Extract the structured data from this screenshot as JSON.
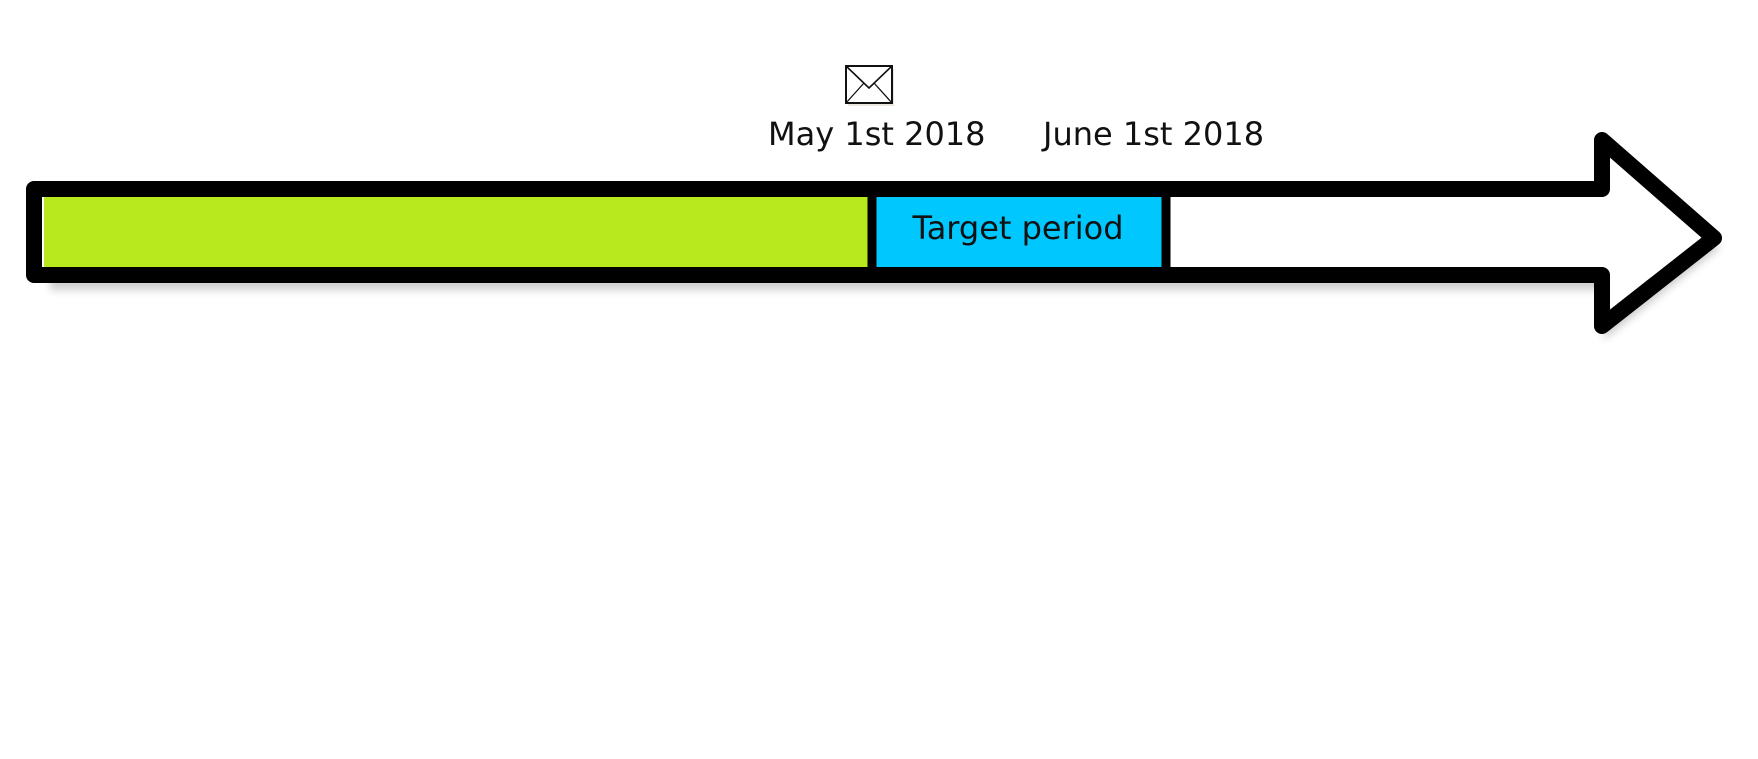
{
  "timeline": {
    "start_label": "May 1st 2018",
    "end_label": "June 1st 2018",
    "period_label": "Target period"
  },
  "icons": {
    "marker": "envelope-icon"
  },
  "colors": {
    "past": "#b8e81e",
    "target": "#00c8ff",
    "outline": "#000000",
    "future": "#ffffff"
  }
}
